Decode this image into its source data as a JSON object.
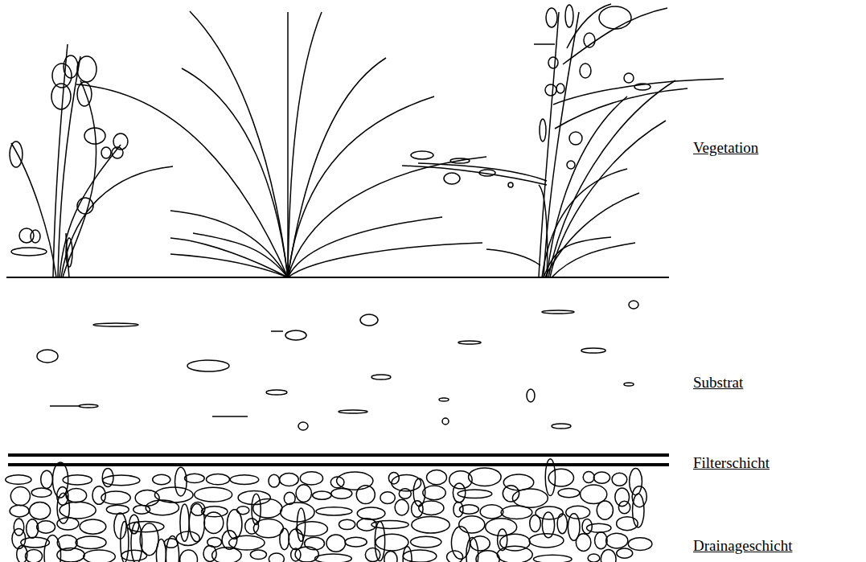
{
  "diagram": {
    "labels": [
      "Vegetation",
      "Substrat",
      "Filterschicht",
      "Drainageschicht"
    ]
  }
}
